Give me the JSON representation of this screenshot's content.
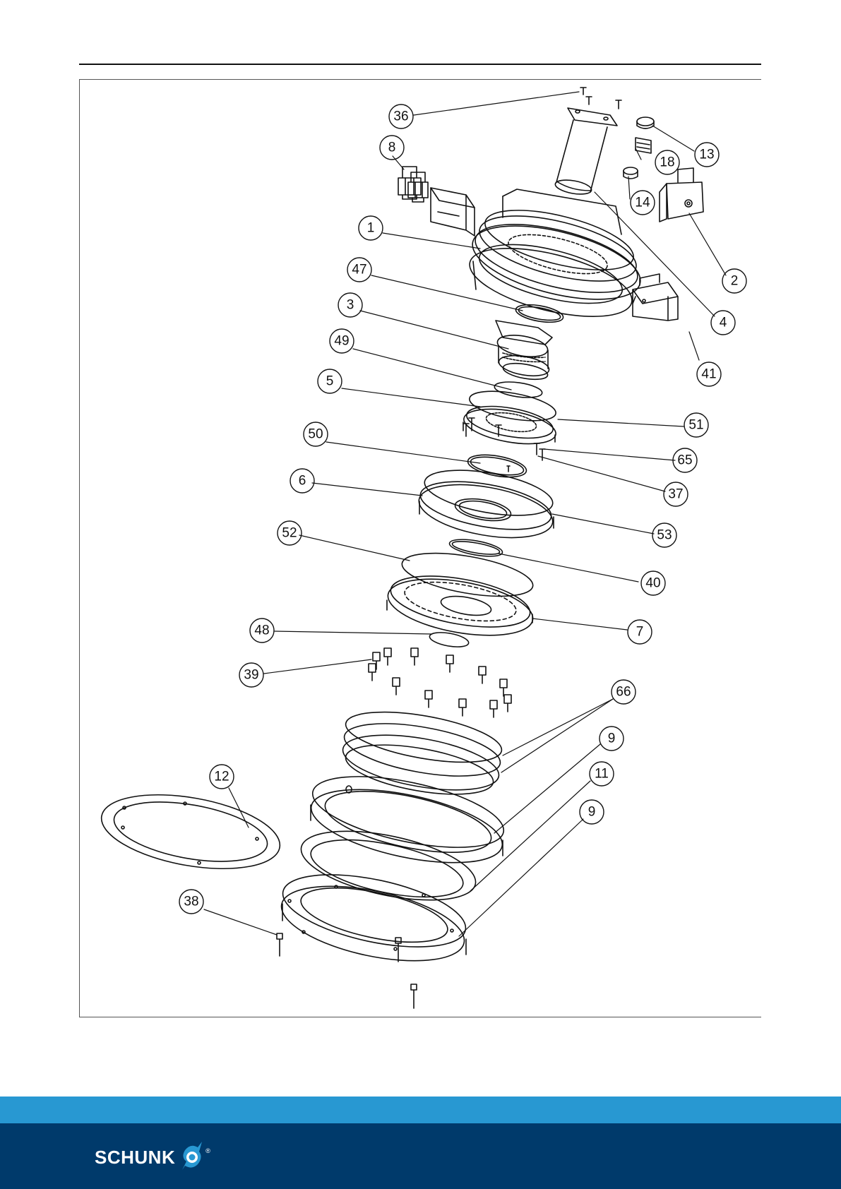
{
  "colors": {
    "ink": "#111111",
    "footer_stripe": "#2898d2",
    "footer_bar": "#003a6b",
    "logo_text": "#ffffff"
  },
  "brand": {
    "name": "SCHUNK",
    "registered_mark": "®",
    "logo_icon": "schunk-logo-icon"
  },
  "callouts": {
    "c36": "36",
    "c8": "8",
    "c13": "13",
    "c18": "18",
    "c14": "14",
    "c1": "1",
    "c2": "2",
    "c47": "47",
    "c4": "4",
    "c3": "3",
    "c49": "49",
    "c41": "41",
    "c5": "5",
    "c51": "51",
    "c50": "50",
    "c65": "65",
    "c6": "6",
    "c37": "37",
    "c52": "52",
    "c53": "53",
    "c40": "40",
    "c48": "48",
    "c7": "7",
    "c39": "39",
    "c66": "66",
    "c9a": "9",
    "c12": "12",
    "c11": "11",
    "c9b": "9",
    "c38": "38"
  }
}
